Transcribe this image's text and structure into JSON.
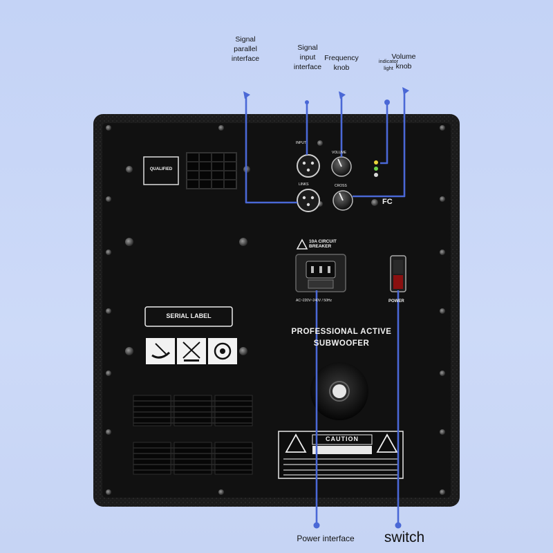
{
  "callouts": {
    "signal_parallel_interface": "Signal\nparallel\ninterface",
    "signal_input_interface": "Signal\ninput\ninterface",
    "frequency_knob": "Frequency\nknob",
    "indicator_light": "indicator\nlight",
    "volume_knob": "Volume\nknob",
    "power_interface": "Power interface",
    "switch": "switch"
  },
  "panel": {
    "qualified_label": "QUALIFIED",
    "serial_label": "SERIAL LABEL",
    "breaker_label": "10A CIRCUIT\nBREAKER",
    "ac_spec": "AC~220V~240V / 50Hz",
    "power_label": "POWER",
    "product_name": "PROFESSIONAL ACTIVE\nSUBWOOFER",
    "caution_title": "CAUTION",
    "fc_mark": "FC",
    "input_label": "INPUT",
    "link_label": "LINKS",
    "volume_label": "VOLUME",
    "crossover_label": "CROSS"
  },
  "colors": {
    "background": "#c9d7f7",
    "panel": "#121212",
    "leader_line": "#4a68d6"
  }
}
